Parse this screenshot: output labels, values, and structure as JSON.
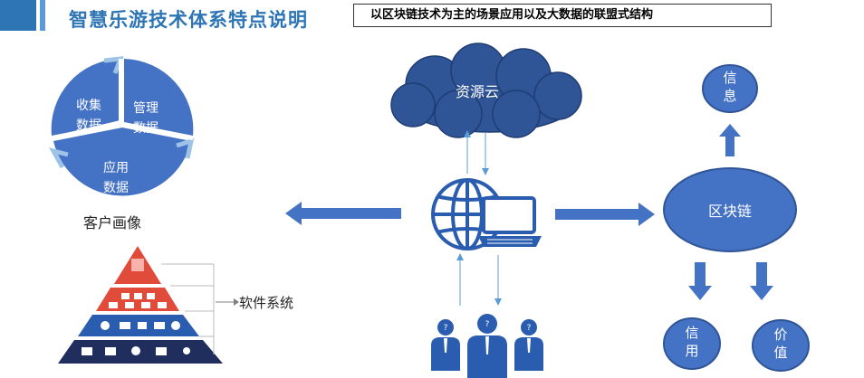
{
  "header": {
    "title": "智慧乐游技术体系特点说明",
    "subtitle": "以区块链技术为主的场景应用以及大数据的联盟式结构"
  },
  "cycle": {
    "segments": [
      "收集\n数据",
      "管理\n数据",
      "应用\n数据"
    ],
    "caption": "客户画像"
  },
  "pyramid": {
    "caption": "软件系统"
  },
  "cloud": {
    "label": "资源云"
  },
  "blockchain": {
    "center": "区块链",
    "outputs": [
      "信\n息",
      "信\n用",
      "价\n值"
    ]
  },
  "colors": {
    "accent": "#2e75b6",
    "shape_fill": "#4472c4",
    "dark_blue": "#2f5597",
    "pyramid_red": "#e04b3a",
    "pyramid_blue": "#2a5db0",
    "pyramid_navy": "#1f2e5c"
  }
}
